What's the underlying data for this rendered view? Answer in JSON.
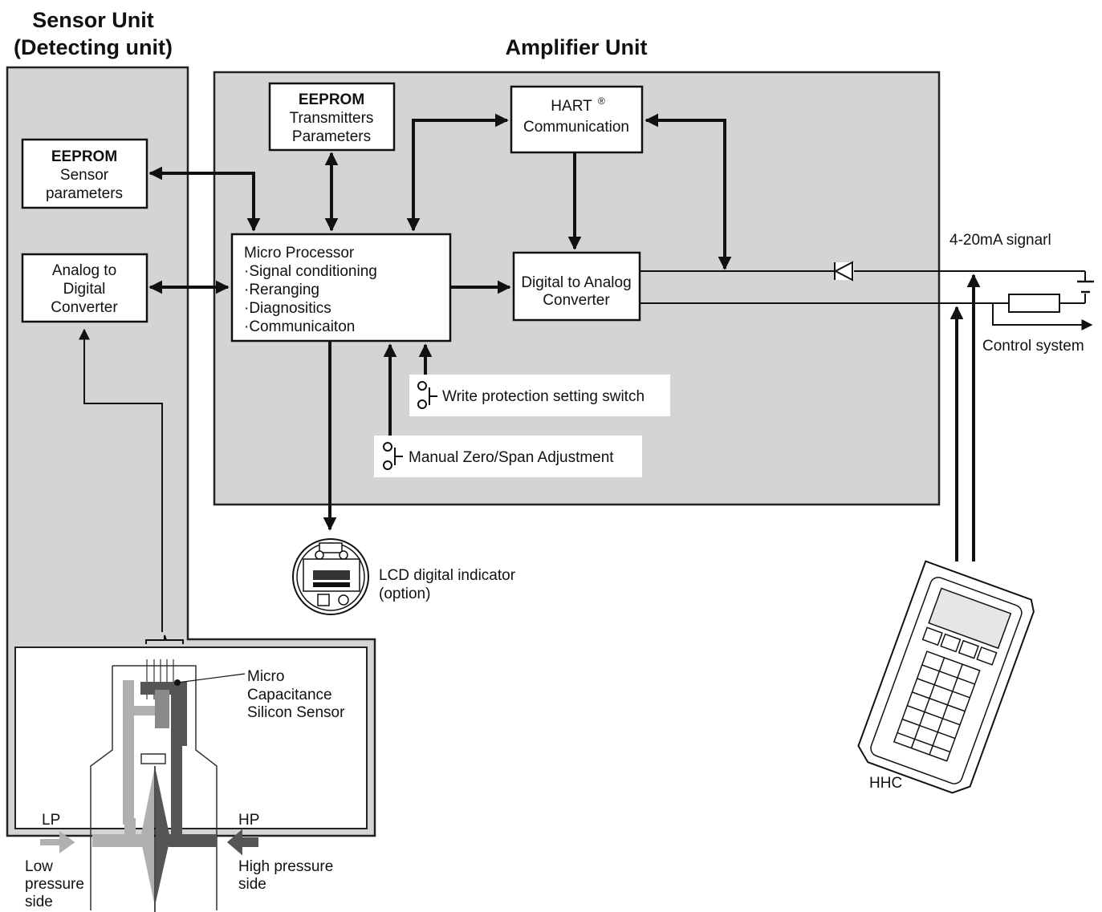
{
  "titles": {
    "sensor_unit_line1": "Sensor Unit",
    "sensor_unit_line2": "(Detecting unit)",
    "amplifier_unit": "Amplifier Unit"
  },
  "blocks": {
    "eeprom_transmitter": {
      "line1": "EEPROM",
      "line2": "Transmitters",
      "line3": "Parameters"
    },
    "eeprom_sensor": {
      "line1": "EEPROM",
      "line2": "Sensor",
      "line3": "parameters"
    },
    "hart": {
      "line1": "HART",
      "sup": "®",
      "line2": "Communication"
    },
    "adc": {
      "line1": "Analog to",
      "line2": "Digital",
      "line3": "Converter"
    },
    "micro_processor": {
      "title": "Micro Processor",
      "items": [
        "·Signal conditioning",
        "·Reranging",
        "·Diagnositics",
        "·Communicaiton"
      ]
    },
    "dac": {
      "line1": "Digital to Analog",
      "line2": "Converter"
    }
  },
  "switches": {
    "write_protection": "Write protection setting switch",
    "manual_zero_span": "Manual Zero/Span Adjustment"
  },
  "labels": {
    "signal": "4-20mA signarl",
    "control_system": "Control system",
    "lcd_line1": "LCD digital indicator",
    "lcd_line2": "(option)",
    "sensor_line1": "Micro",
    "sensor_line2": "Capacitance",
    "sensor_line3": "Silicon Sensor",
    "lp": "LP",
    "hp": "HP",
    "low_line1": "Low",
    "low_line2": "pressure",
    "low_line3": "side",
    "high_line1": "High pressure",
    "high_line2": "side",
    "hhc": "HHC"
  },
  "colors": {
    "panel_fill": "#d3d4d6",
    "low_pressure": "#b0b0b0",
    "high_pressure": "#555555"
  }
}
